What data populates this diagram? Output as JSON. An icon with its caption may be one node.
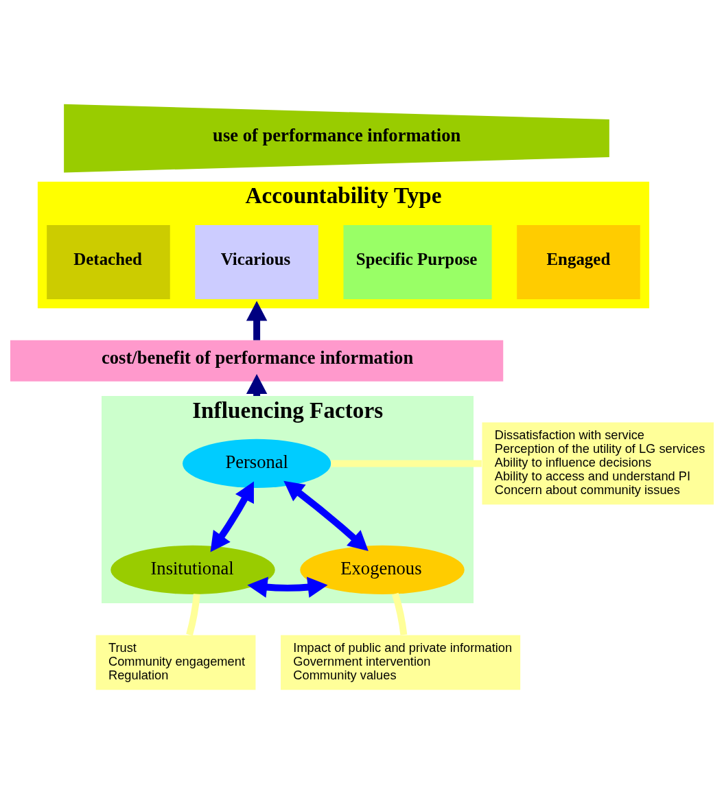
{
  "diagram": {
    "nodes": [
      {
        "text": [
          "use of performance information"
        ]
      },
      {
        "text": [
          "Accountability Type"
        ]
      },
      {
        "text": [
          "Detached"
        ],
        "in": 1
      },
      {
        "text": [
          "Vicarious"
        ],
        "in": 1
      },
      {
        "text": [
          "Specific Purpose"
        ],
        "in": 1
      },
      {
        "text": [
          "Engaged"
        ],
        "in": 1
      },
      {
        "text": [
          "cost/benefit of performance information"
        ]
      },
      {
        "text": [
          "Influencing Factors"
        ]
      },
      {
        "text": [
          "Personal"
        ],
        "in": 7
      },
      {
        "text": [
          "Insitutional"
        ],
        "in": 7
      },
      {
        "text": [
          "Exogenous"
        ],
        "in": 7
      },
      {
        "text": [
          "Dissatisfaction with service",
          "Perception of the utility of LG services",
          "Ability to influence decisions",
          "Ability to access and understand PI",
          "Concern about community issues"
        ]
      },
      {
        "text": [
          "Trust",
          "Community engagement",
          "Regulation"
        ]
      },
      {
        "text": [
          "Impact of public and private information",
          "Government intervention",
          "Community values"
        ]
      }
    ],
    "edges": [
      {
        "from": 6,
        "to": 1,
        "arrow": "to",
        "color": "#000080"
      },
      {
        "from": 7,
        "to": 6,
        "arrow": "to",
        "color": "#000080"
      },
      {
        "from": 8,
        "to": 9,
        "arrow": "both",
        "color": "#0000ff"
      },
      {
        "from": 8,
        "to": 10,
        "arrow": "both",
        "color": "#0000ff"
      },
      {
        "from": 9,
        "to": 10,
        "arrow": "both",
        "color": "#0000ff"
      },
      {
        "from": 11,
        "to": 8,
        "arrow": "none",
        "color": "#ffff99"
      },
      {
        "from": 12,
        "to": 9,
        "arrow": "none",
        "color": "#ffff99"
      },
      {
        "from": 13,
        "to": 10,
        "arrow": "none",
        "color": "#ffff99"
      }
    ]
  }
}
